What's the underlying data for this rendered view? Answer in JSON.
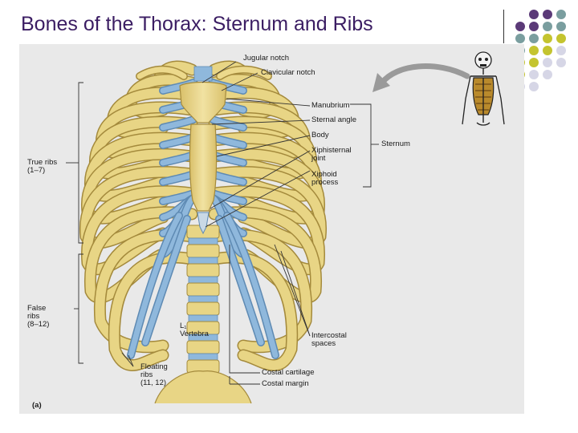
{
  "slide": {
    "title": "Bones of the Thorax: Sternum and Ribs"
  },
  "labels": {
    "jugular_notch": "Jugular notch",
    "clavicular_notch": "Clavicular notch",
    "manubrium": "Manubrium",
    "sternal_angle": "Sternal angle",
    "body": "Body",
    "xiphisternal_joint": "Xiphisternal\njoint",
    "xiphoid_process": "Xiphoid\nprocess",
    "sternum": "Sternum",
    "true_ribs": "True ribs\n(1–7)",
    "false_ribs": "False\nribs\n(8–12)",
    "vertebra": "L₁\nVertebra",
    "intercostal_spaces": "Intercostal\nspaces",
    "floating_ribs": "Floating\nribs\n(11, 12)",
    "costal_cartilage": "Costal cartilage",
    "costal_margin": "Costal margin",
    "panel_letter": "(a)"
  },
  "colors": {
    "title": "#3b1d63",
    "background": "#e9e9e9",
    "bone": "#e8d585",
    "bone_outline": "#a48a3c",
    "cartilage": "#8fb8dc",
    "cartilage_outline": "#5e8ab3",
    "leader_line": "#333333",
    "dot_purple": "#5b3a78",
    "dot_teal": "#7a9e9f",
    "dot_olive": "#c4c42f",
    "dot_lavender": "#d6d6e6",
    "arrow": "#9a9a9a"
  },
  "icons": {
    "decoration": "dot-grid",
    "arrow": "curved-arrow-icon",
    "skeleton": "skeleton-icon"
  }
}
